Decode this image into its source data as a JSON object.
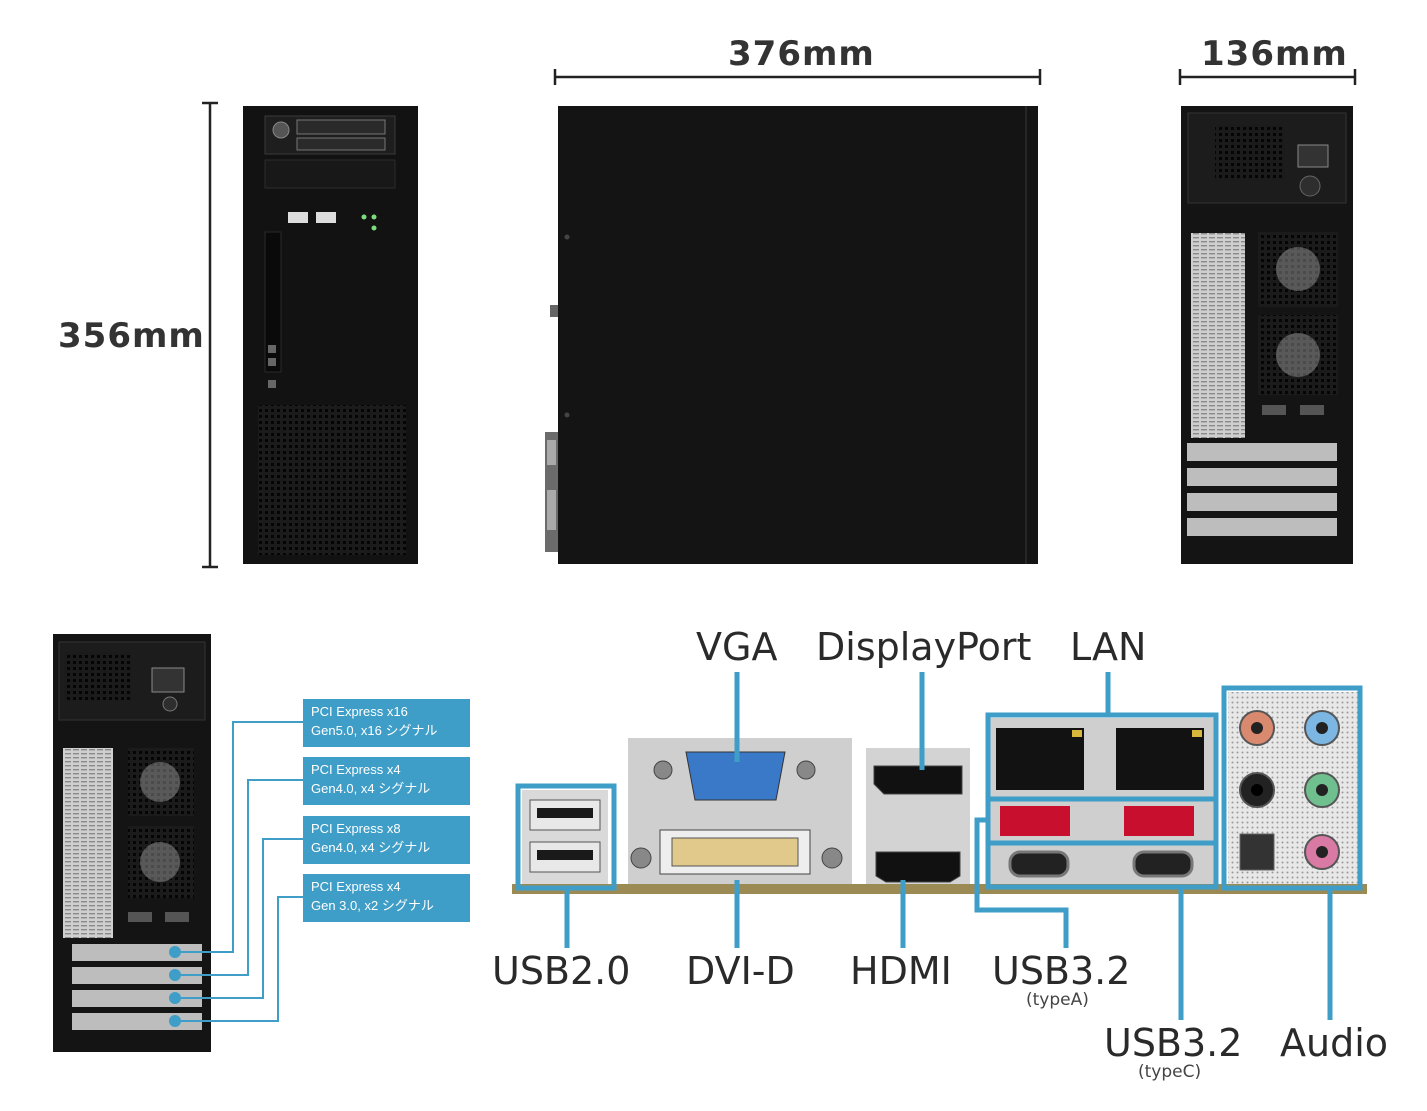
{
  "dimensions": {
    "width": "376mm",
    "depth": "136mm",
    "height": "356mm"
  },
  "pci_slots": [
    {
      "line1": "PCI Express x16",
      "line2": "Gen5.0, x16 シグナル"
    },
    {
      "line1": "PCI Express x4",
      "line2": "Gen4.0, x4 シグナル"
    },
    {
      "line1": "PCI Express x8",
      "line2": "Gen4.0, x4 シグナル"
    },
    {
      "line1": "PCI Express x4",
      "line2": "Gen 3.0, x2 シグナル"
    }
  ],
  "ports": {
    "vga": "VGA",
    "displayport": "DisplayPort",
    "lan": "LAN",
    "usb20": "USB2.0",
    "dvid": "DVI-D",
    "hdmi": "HDMI",
    "usb32a": "USB3.2",
    "usb32a_sub": "(typeA)",
    "usb32c": "USB3.2",
    "usb32c_sub": "(typeC)",
    "audio": "Audio"
  },
  "colors": {
    "accent": "#3e9ec8",
    "case": "#141414",
    "usb3_red": "#c8102e"
  }
}
